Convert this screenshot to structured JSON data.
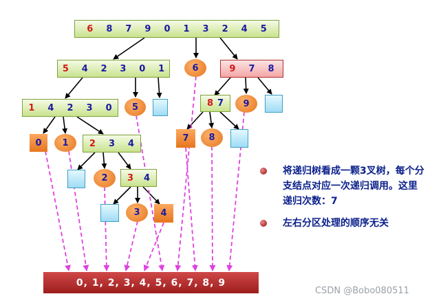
{
  "tree": {
    "root": {
      "items": [
        "6",
        "8",
        "7",
        "9",
        "0",
        "1",
        "3",
        "2",
        "4",
        "5"
      ],
      "pivot": 0
    },
    "level1_left": {
      "items": [
        "5",
        "4",
        "2",
        "3",
        "0",
        "1"
      ],
      "pivot": 0
    },
    "level1_mid": "6",
    "level1_right": {
      "items": [
        "9",
        "7",
        "8"
      ],
      "pivot": 0
    },
    "level2_left": {
      "items": [
        "1",
        "4",
        "2",
        "3",
        "0"
      ],
      "pivot": 0
    },
    "level2_mid": "5",
    "level2_right_left": {
      "items": [
        "8",
        "7"
      ],
      "pivot": 0
    },
    "level2_right_mid": "9",
    "level3_a": "0",
    "level3_b": "1",
    "level3_c": {
      "items": [
        "2",
        "3",
        "4"
      ],
      "pivot": 0
    },
    "level3_r_a": "7",
    "level3_r_b": "8",
    "level4_mid": "2",
    "level4_right": {
      "items": [
        "3",
        "4"
      ],
      "pivot": 0
    },
    "level5_mid": "3",
    "level5_right": "4"
  },
  "result": "0, 1, 2, 3, 4, 5, 6, 7, 8, 9",
  "notes": [
    "将递归树看成一颗3叉树，每个分支结点对应一次递归调用。这里递归次数：7",
    "左右分区处理的顺序无关"
  ],
  "credit": "CSDN @Bobo080511",
  "colors": {
    "pivot": "#d11a1a",
    "dashed_arrow": "#e040e0",
    "node_green": "#c9e38e",
    "node_red": "#f3a6a6",
    "leaf_orange": "#e6761e",
    "empty_cyan": "#9fdcf4",
    "result_bg": "#b52a2a"
  }
}
